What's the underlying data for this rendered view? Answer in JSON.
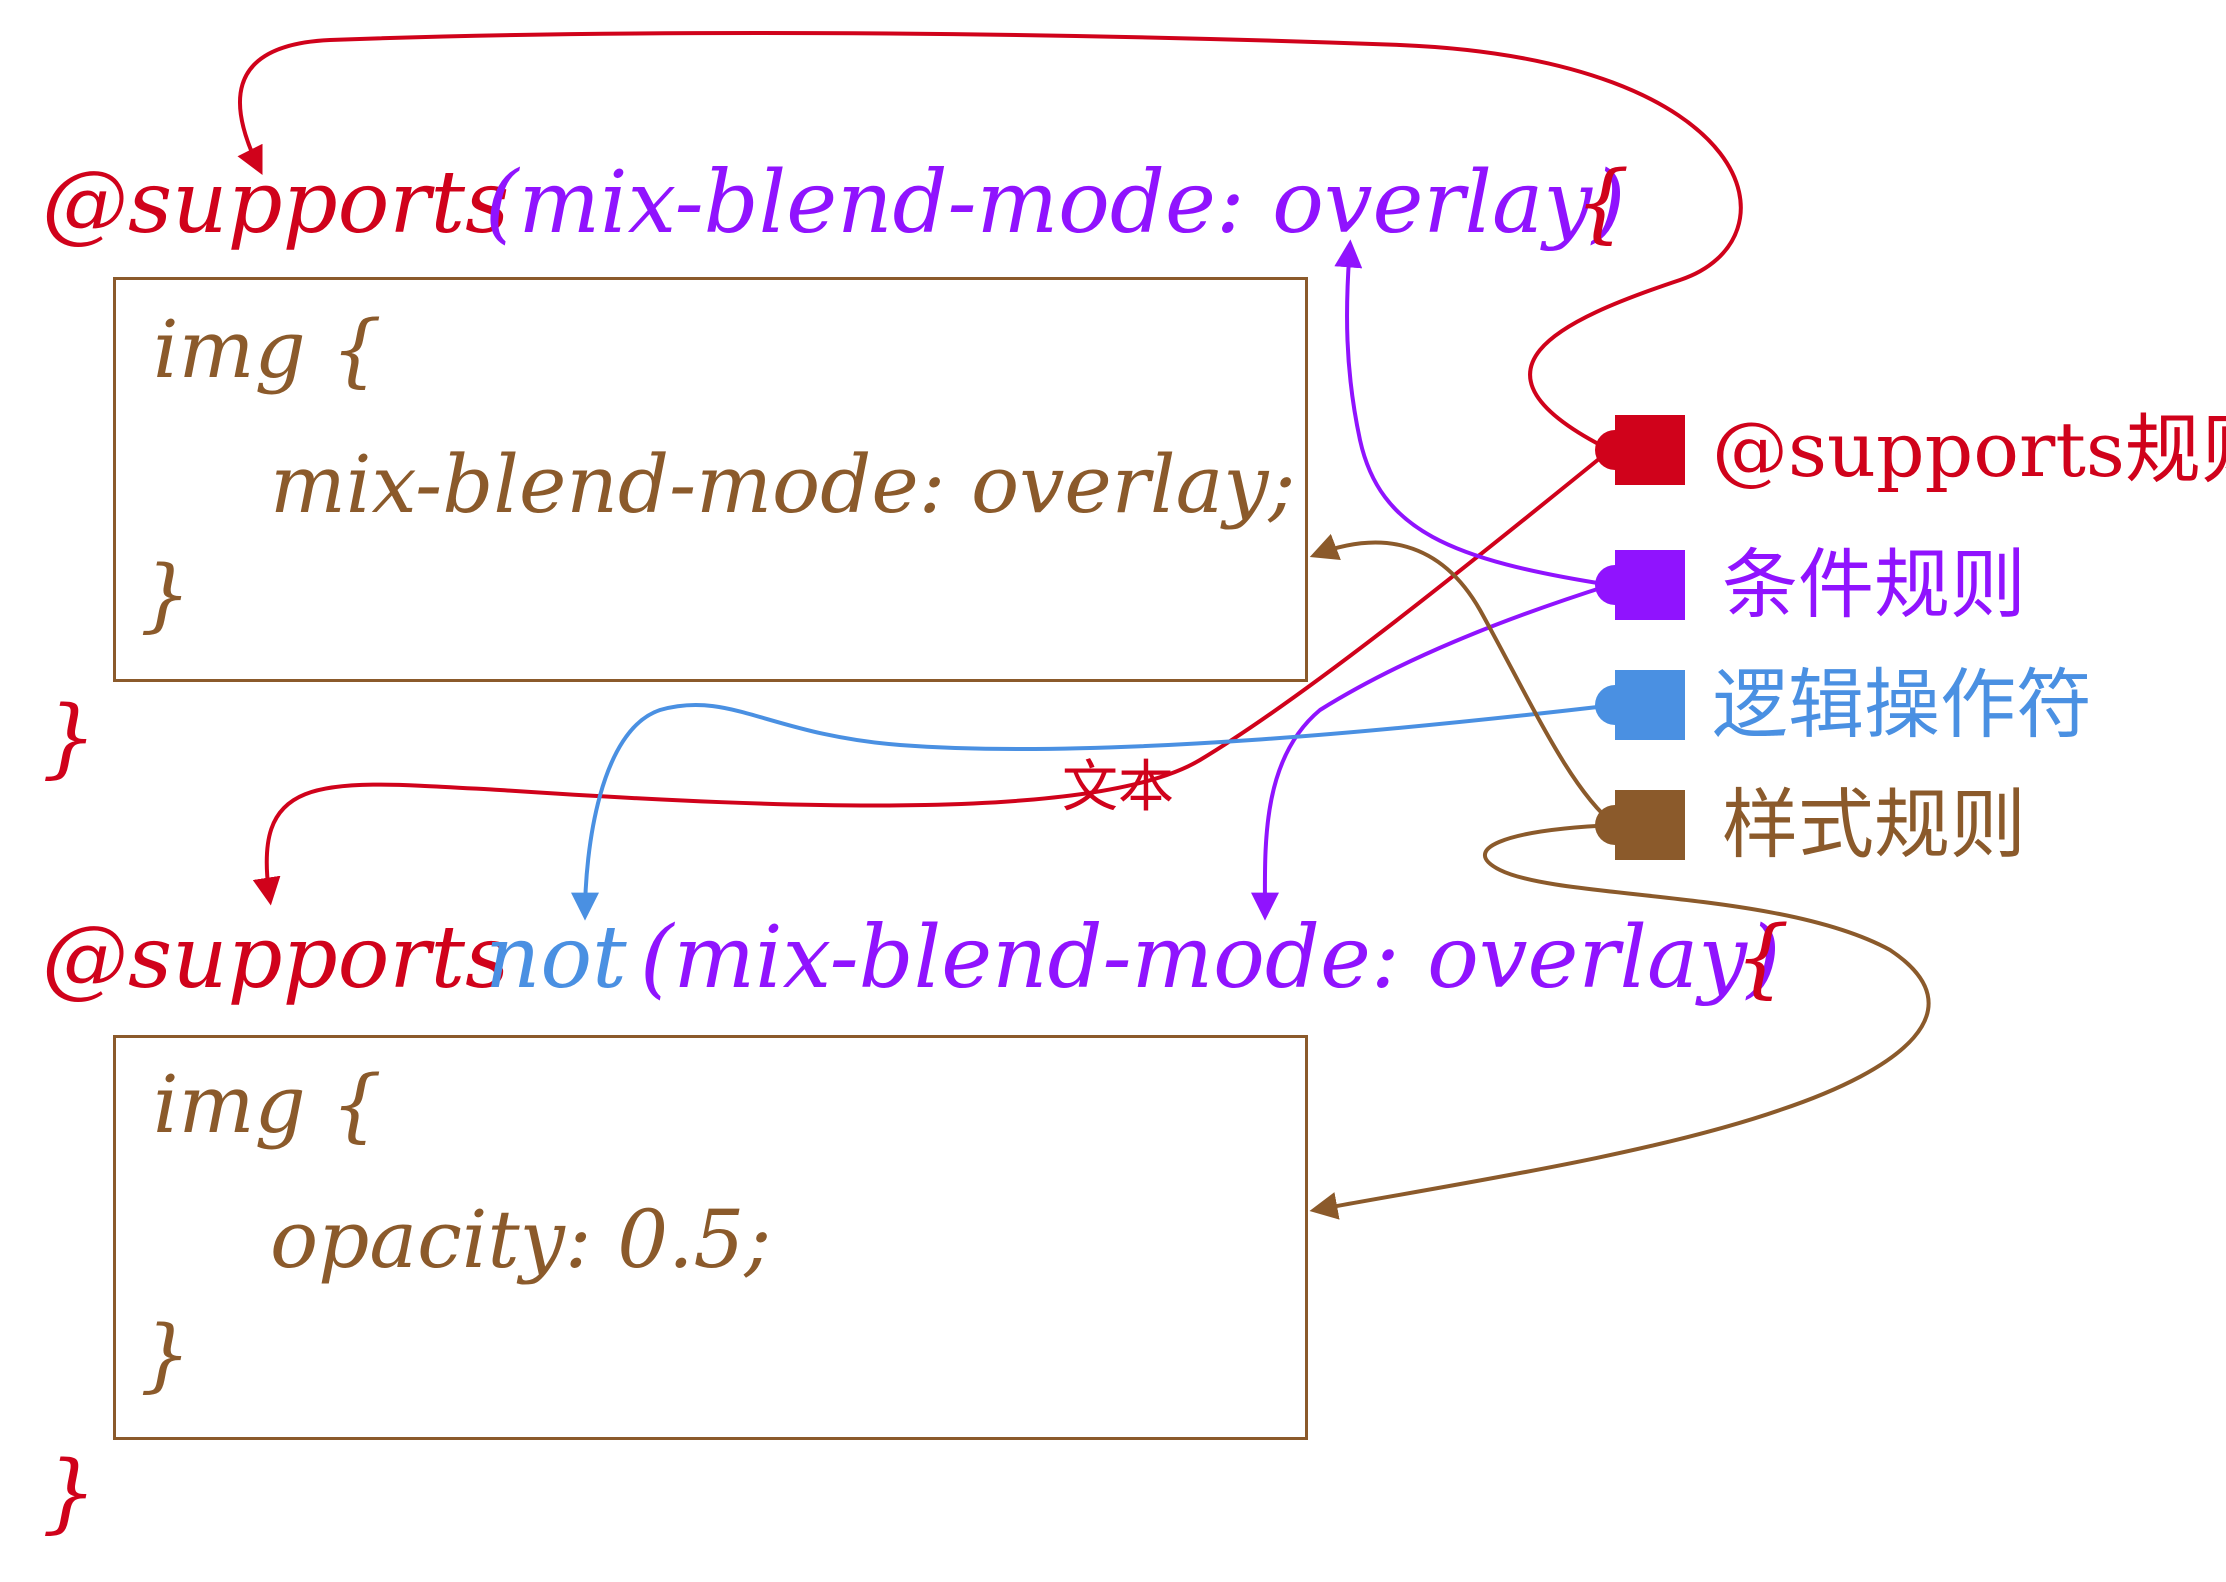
{
  "colors": {
    "red": "#d0021b",
    "purple": "#9013fe",
    "blue": "#4a90e2",
    "brown": "#8b5a2b"
  },
  "block1": {
    "at_rule": "@supports",
    "condition": "(mix-blend-mode: overlay)",
    "open_brace": "{",
    "selector_line": "img {",
    "declaration": "mix-blend-mode: overlay;",
    "inner_close": "}",
    "outer_close": "}"
  },
  "block2": {
    "at_rule": "@supports",
    "operator": "not",
    "condition": "(mix-blend-mode: overlay)",
    "open_brace": "{",
    "selector_line": "img {",
    "declaration": "opacity: 0.5;",
    "inner_close": "}",
    "outer_close": "}"
  },
  "legend": [
    {
      "label": "@supports规则",
      "color": "#d0021b"
    },
    {
      "label": "条件规则",
      "color": "#9013fe"
    },
    {
      "label": "逻辑操作符",
      "color": "#4a90e2"
    },
    {
      "label": "样式规则",
      "color": "#8b5a2b"
    }
  ],
  "stray_text": "文本"
}
